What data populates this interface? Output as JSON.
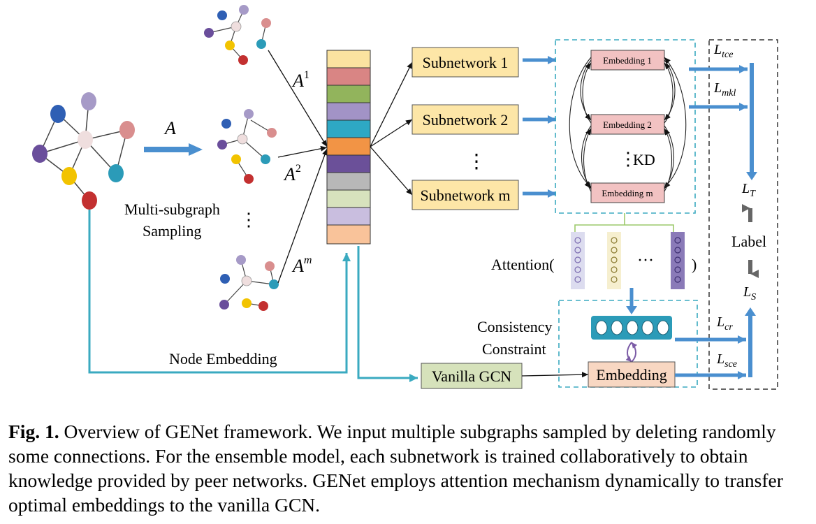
{
  "figure": {
    "label_A": "A",
    "label_A1_base": "A",
    "label_A1_sup": "1",
    "label_A2_base": "A",
    "label_A2_sup": "2",
    "label_Am_base": "A",
    "label_Am_sup": "m",
    "sampling_line1": "Multi-subgraph",
    "sampling_line2": "Sampling",
    "node_embedding": "Node Embedding",
    "subnetworks": [
      "Subnetwork 1",
      "Subnetwork 2",
      "Subnetwork m"
    ],
    "embeddings": [
      "Embedding 1",
      "Embedding 2",
      "Embedding m"
    ],
    "kd": "KD",
    "attention": "Attention(",
    "attention_close": ")",
    "consistency_line1": "Consistency",
    "consistency_line2": "Constraint",
    "vanilla_gcn": "Vanilla GCN",
    "embedding": "Embedding",
    "label": "Label",
    "loss_tce": "tce",
    "loss_mkl": "mkl",
    "loss_cr": "cr",
    "loss_sce": "sce",
    "loss_T": "T",
    "loss_S": "S",
    "loss_symbol": "L",
    "vdots": "⋮",
    "hdots": "···",
    "colors": {
      "teal_arrow": "#3aaac0",
      "blue_arrow": "#4a8fcf",
      "subnet_fill": "#fde6a7",
      "embed_fill": "#f2c2c2",
      "vanilla_fill": "#d6e2bb",
      "embedding_fill": "#f8d7c2",
      "gcn_bar": "#2b9bb8"
    }
  },
  "caption": {
    "bold": "Fig. 1.",
    "text": " Overview of GENet framework. We input multiple subgraphs sampled by deleting randomly some connections. For the ensemble model, each subnetwork is trained collaboratively to obtain knowledge provided by peer networks. GENet employs attention mechanism dynamically to transfer optimal embeddings to the vanilla GCN."
  }
}
